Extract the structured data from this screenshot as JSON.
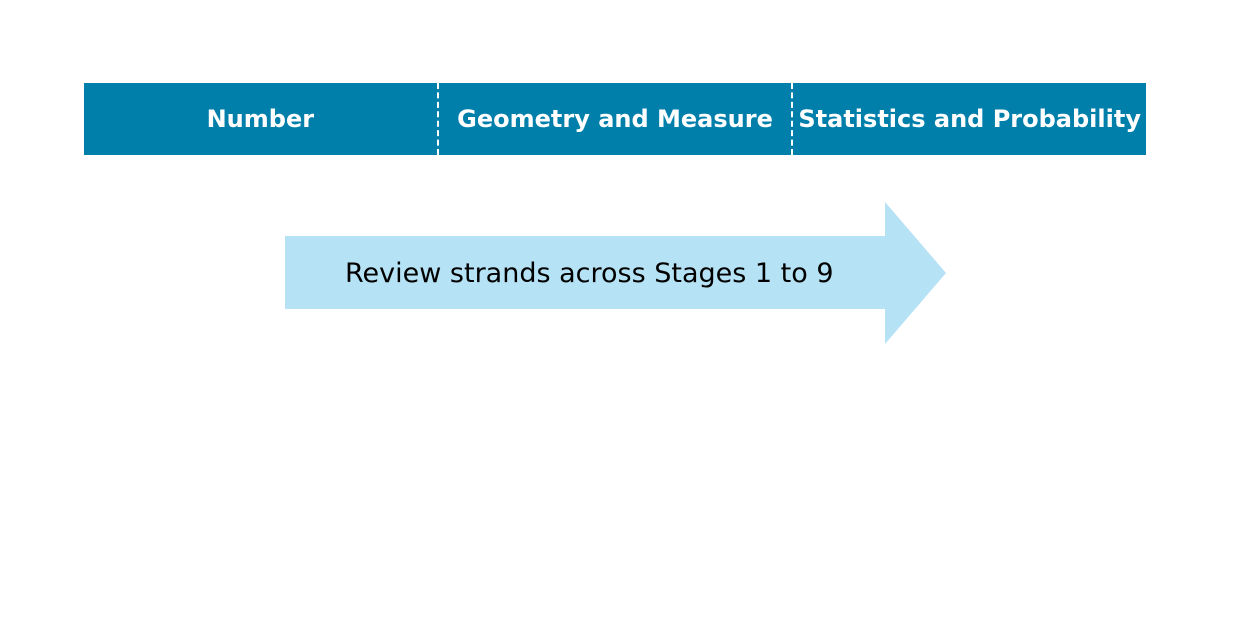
{
  "strands": [
    {
      "label": "Number"
    },
    {
      "label": "Geometry and Measure"
    },
    {
      "label": "Statistics and Probability"
    }
  ],
  "arrow": {
    "label": "Review strands across Stages 1 to 9"
  },
  "colors": {
    "strand_bar": "#007fab",
    "strand_text": "#ffffff",
    "divider": "#ffffff",
    "arrow_fill": "#b5e2f4",
    "arrow_text": "#000000"
  }
}
